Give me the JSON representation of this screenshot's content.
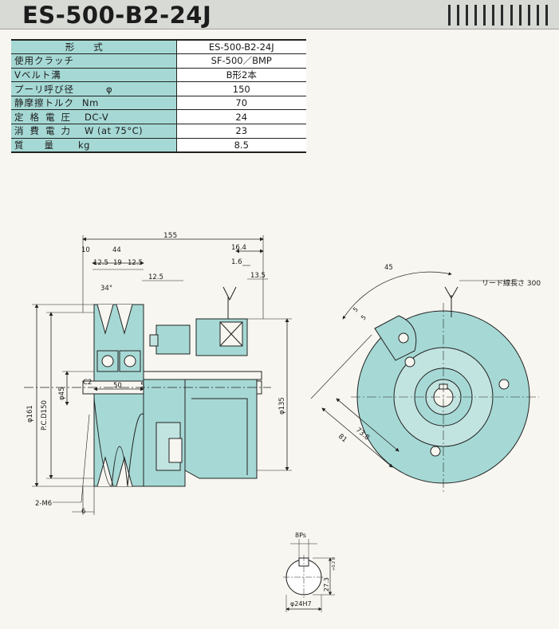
{
  "title": "ES-500-B2-24J",
  "spec": {
    "header": {
      "label": "形式",
      "value": "ES-500-B2-24J"
    },
    "rows": [
      {
        "label": "使用クラッチ",
        "unit": "",
        "value": "SF-500／BMP"
      },
      {
        "label": "Vベルト溝",
        "unit": "",
        "value": "B形2本"
      },
      {
        "label": "プーリ呼び径",
        "unit": "φ",
        "value": "150"
      },
      {
        "label": "静摩擦トルク",
        "unit": "Nm",
        "value": "70"
      },
      {
        "label": "定格電圧",
        "unit": "DC-V",
        "value": "24"
      },
      {
        "label": "消費電力",
        "unit": "W (at 75°C)",
        "value": "23"
      },
      {
        "label": "質　　量",
        "unit": "kg",
        "value": "8.5"
      }
    ]
  },
  "dimensions": {
    "overall_length": "155",
    "d10": "10",
    "d44": "44",
    "d12_5_a": "12.5",
    "d19": "19",
    "d12_5_b": "12.5",
    "groove_angle": "34°",
    "d12_5_c": "12.5",
    "d16_4": "16.4",
    "d1_6": "1.6",
    "d13_5": "13.5",
    "chamfer": "C2",
    "d50": "50",
    "d5": "5",
    "dia161": "φ161",
    "pcd150": "P.C.D150",
    "dia45": "φ45",
    "dia135": "φ135",
    "tap": "2-M6",
    "d6": "6"
  },
  "side_view": {
    "d45": "45",
    "d5_a": "5",
    "d5_b": "5",
    "lead_wire": "リード線長さ 300",
    "d73_8": "73.8",
    "d81": "81"
  },
  "keyway": {
    "width": "8Ps",
    "depth": "27.3",
    "depth_tol": "+0.2 0",
    "bore": "φ24H7"
  }
}
